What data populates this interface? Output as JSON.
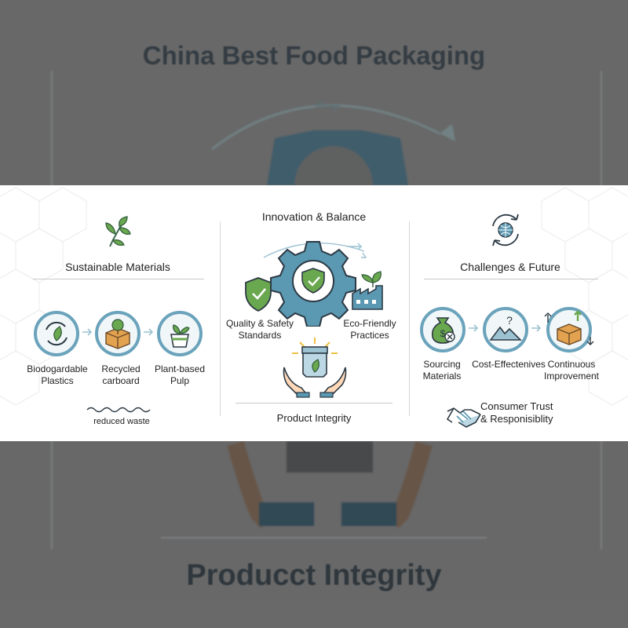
{
  "background": {
    "title": "China Best Food Packaging",
    "bottom_title": "Producct Integrity"
  },
  "left": {
    "heading": "Sustainable Materials",
    "items": [
      {
        "label_line1": "Biodogardable",
        "label_line2": "Plastics"
      },
      {
        "label_line1": "Recycled carboard",
        "label_line2": ""
      },
      {
        "label_line1": "Plant-based",
        "label_line2": "Pulp"
      }
    ],
    "footer": "reduced waste"
  },
  "center": {
    "heading": "Innovation & Balance",
    "left_label_line1": "Quality & Safety",
    "left_label_line2": "Standards",
    "right_label_line1": "Eco-Friendly",
    "right_label_line2": "Practices",
    "footer": "Product Integrity"
  },
  "right": {
    "heading": "Challenges & Future",
    "items": [
      {
        "label_line1": "Sourcing",
        "label_line2": "Materials"
      },
      {
        "label_line1": "Cost-Effectenives",
        "label_line2": ""
      },
      {
        "label_line1": "Continuous",
        "label_line2": "Improvement"
      }
    ],
    "footer_line1": "Consumer Trust",
    "footer_line2": "& Responisiblity"
  },
  "colors": {
    "teal": "#5b98b2",
    "green": "#5c9a4a",
    "gold": "#e0a94a",
    "dark": "#2d3a44"
  }
}
